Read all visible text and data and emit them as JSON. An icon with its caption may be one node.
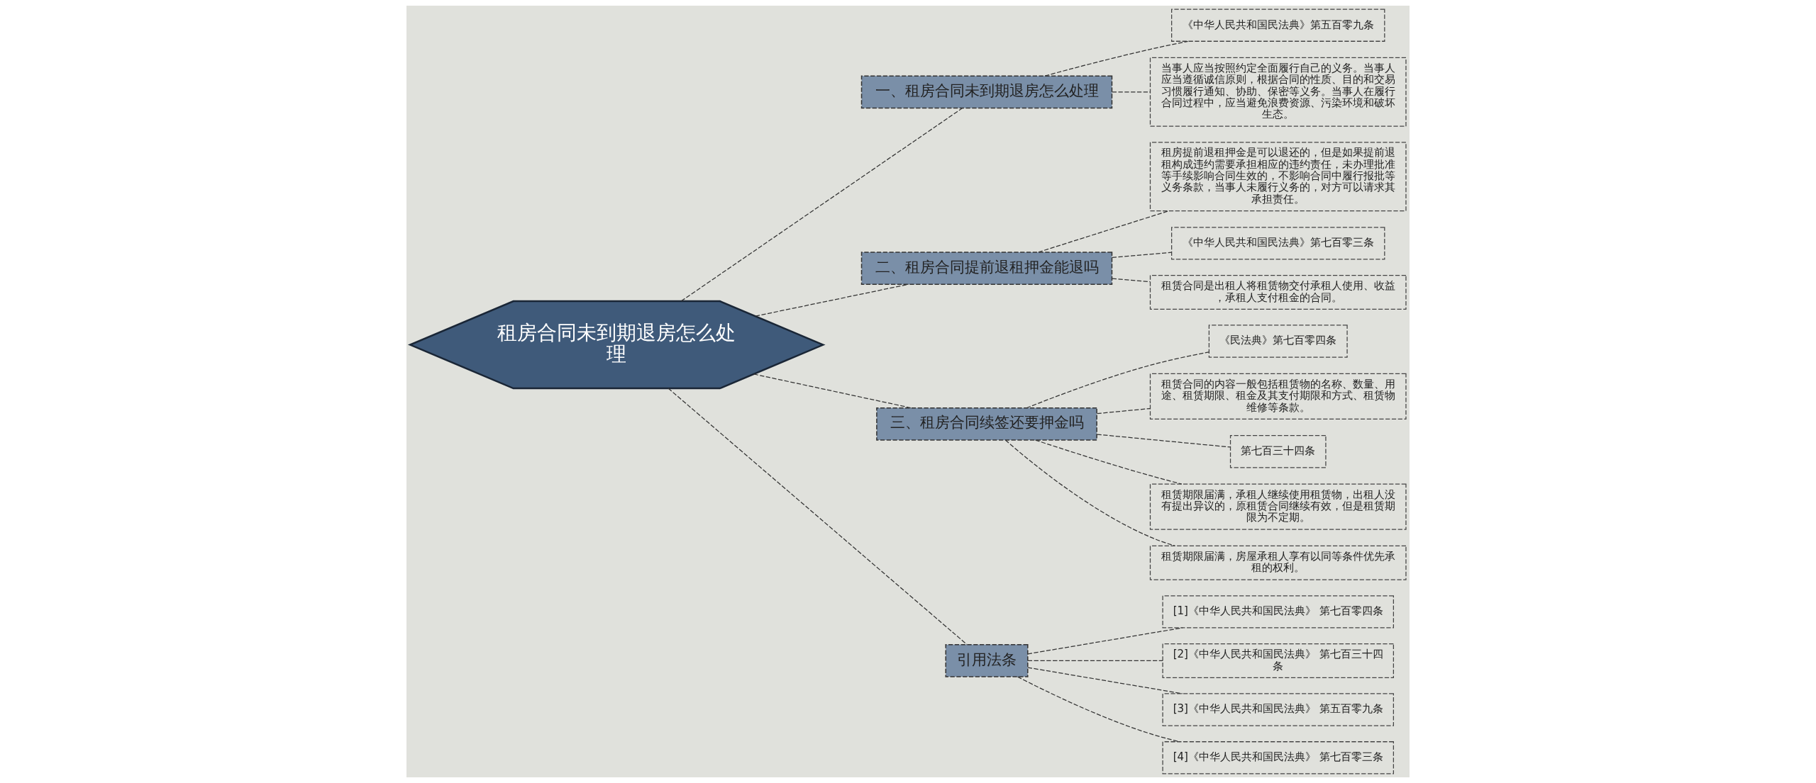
{
  "diagram": {
    "nodes": [
      {
        "text": [
          "租房合同未到期退房怎么处理"
        ]
      },
      {
        "text": [
          "一、租房合同未到期退房怎么处理"
        ]
      },
      {
        "text": [
          "《中华人民共和国民法典》第五百零九条"
        ]
      },
      {
        "text": [
          "当事人应当按照约定全面履行自己的义务。当事人应当遵循诚信原则，根据合同的性质、目的和交易习惯履行通知、协助、保密等义务。当事人在履行合同过程中，应当避免浪费资源、污染环境和破坏生态。"
        ]
      },
      {
        "text": [
          "二、租房合同提前退租押金能退吗"
        ]
      },
      {
        "text": [
          "租房提前退租押金是可以退还的，但是如果提前退租构成违约需要承担相应的违约责任，未办理批准等手续影响合同生效的，不影响合同中履行报批等义务条款，当事人未履行义务的，对方可以请求其承担责任。"
        ]
      },
      {
        "text": [
          "《中华人民共和国民法典》第七百零三条"
        ]
      },
      {
        "text": [
          "租赁合同是出租人将租赁物交付承租人使用、收益，承租人支付租金的合同。"
        ]
      },
      {
        "text": [
          "三、租房合同续签还要押金吗"
        ]
      },
      {
        "text": [
          "《民法典》第七百零四条"
        ]
      },
      {
        "text": [
          "租赁合同的内容一般包括租赁物的名称、数量、用途、租赁期限、租金及其支付期限和方式、租赁物维修等条款。"
        ]
      },
      {
        "text": [
          "第七百三十四条"
        ]
      },
      {
        "text": [
          "租赁期限届满，承租人继续使用租赁物，出租人没有提出异议的，原租赁合同继续有效，但是租赁期限为不定期。"
        ]
      },
      {
        "text": [
          "租赁期限届满，房屋承租人享有以同等条件优先承租的权利。"
        ]
      },
      {
        "text": [
          "引用法条"
        ]
      },
      {
        "text": [
          "[1]《中华人民共和国民法典》 第七百零四条"
        ]
      },
      {
        "text": [
          "[2]《中华人民共和国民法典》 第七百三十四条"
        ]
      },
      {
        "text": [
          "[3]《中华人民共和国民法典》 第五百零九条"
        ]
      },
      {
        "text": [
          "[4]《中华人民共和国民法典》 第七百零三条"
        ]
      }
    ],
    "edges": [
      {
        "from": 0,
        "to": 1,
        "arrow": "none",
        "style": "dashed"
      },
      {
        "from": 1,
        "to": 2,
        "arrow": "none",
        "style": "dashed"
      },
      {
        "from": 1,
        "to": 3,
        "arrow": "none",
        "style": "dashed"
      },
      {
        "from": 0,
        "to": 4,
        "arrow": "none",
        "style": "dashed"
      },
      {
        "from": 4,
        "to": 5,
        "arrow": "none",
        "style": "dashed"
      },
      {
        "from": 4,
        "to": 6,
        "arrow": "none",
        "style": "dashed"
      },
      {
        "from": 4,
        "to": 7,
        "arrow": "none",
        "style": "dashed"
      },
      {
        "from": 0,
        "to": 8,
        "arrow": "none",
        "style": "dashed"
      },
      {
        "from": 8,
        "to": 9,
        "arrow": "none",
        "style": "dashed"
      },
      {
        "from": 8,
        "to": 10,
        "arrow": "none",
        "style": "dashed"
      },
      {
        "from": 8,
        "to": 11,
        "arrow": "none",
        "style": "dashed"
      },
      {
        "from": 8,
        "to": 12,
        "arrow": "none",
        "style": "dashed"
      },
      {
        "from": 8,
        "to": 13,
        "arrow": "none",
        "style": "dashed"
      },
      {
        "from": 0,
        "to": 14,
        "arrow": "none",
        "style": "dashed"
      },
      {
        "from": 14,
        "to": 15,
        "arrow": "none",
        "style": "dashed"
      },
      {
        "from": 14,
        "to": 16,
        "arrow": "none",
        "style": "dashed"
      },
      {
        "from": 14,
        "to": 17,
        "arrow": "none",
        "style": "dashed"
      },
      {
        "from": 14,
        "to": 18,
        "arrow": "none",
        "style": "dashed"
      }
    ]
  }
}
